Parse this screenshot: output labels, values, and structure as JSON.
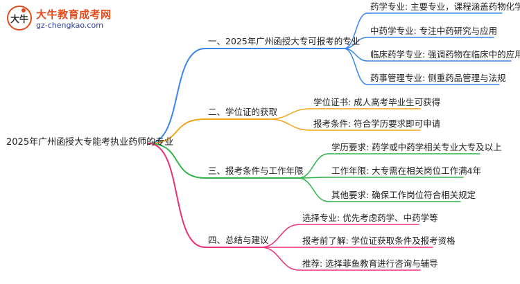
{
  "logo": {
    "name": "大牛教育成考网",
    "url": "gz-chengkao.com",
    "mark_text": "大牛"
  },
  "root": {
    "label": "2025年广州函授大专能考执业药师的专业"
  },
  "branches": [
    {
      "label": "一、2025年广州函授大专可报考的专业",
      "color": "#3a86e8",
      "children": [
        "药学专业: 主要专业，课程涵盖药物化学等",
        "中药学专业: 专注中药研究与应用",
        "临床药学专业: 强调药物在临床中的应用",
        "药事管理专业: 侧重药品管理与法规"
      ]
    },
    {
      "label": "二、学位证的获取",
      "color": "#f0a416",
      "children": [
        "学位证书: 成人高考毕业生可获得",
        "报考条件: 符合学历要求即可申请"
      ]
    },
    {
      "label": "三、报考条件与工作年限",
      "color": "#2fb24a",
      "children": [
        "学历要求: 药学或中药学相关专业大专及以上",
        "工作年限: 大专需在相关岗位工作满4年",
        "其他要求: 确保工作岗位符合相关规定"
      ]
    },
    {
      "label": "四、总结与建议",
      "color": "#e8307a",
      "children": [
        "选择专业: 优先考虑药学、中药学等",
        "报考前了解: 学位证获取条件及报考资格",
        "推荐: 选择菲鱼教育进行咨询与辅导"
      ]
    }
  ]
}
